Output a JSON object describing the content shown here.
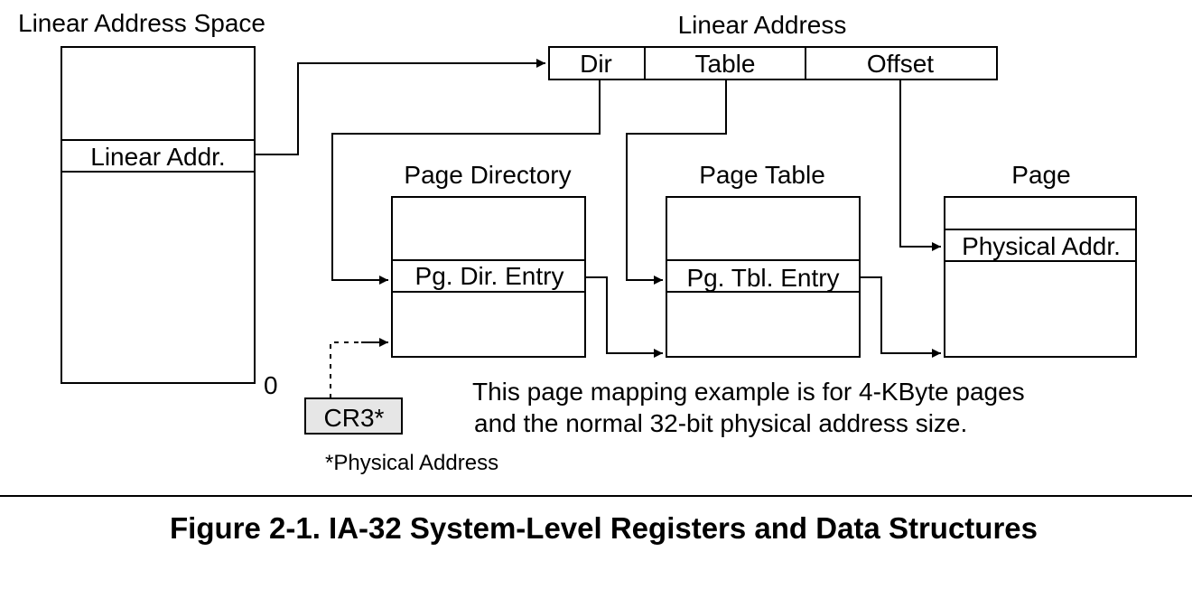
{
  "linear_space": {
    "title": "Linear Address Space",
    "entry": "Linear Addr.",
    "zero": "0"
  },
  "linear_address": {
    "title": "Linear Address",
    "fields": [
      "Dir",
      "Table",
      "Offset"
    ]
  },
  "page_directory": {
    "title": "Page Directory",
    "entry": "Pg. Dir. Entry"
  },
  "page_table": {
    "title": "Page Table",
    "entry": "Pg. Tbl. Entry"
  },
  "page": {
    "title": "Page",
    "entry": "Physical Addr."
  },
  "cr3": {
    "label": "CR3*",
    "fill": "#e6e6e6",
    "footnote": "*Physical Address"
  },
  "note": {
    "line1": "This page mapping example is for 4-KByte pages",
    "line2": "and the normal 32-bit physical address size."
  },
  "caption": "Figure 2-1.  IA-32 System-Level Registers and Data Structures"
}
